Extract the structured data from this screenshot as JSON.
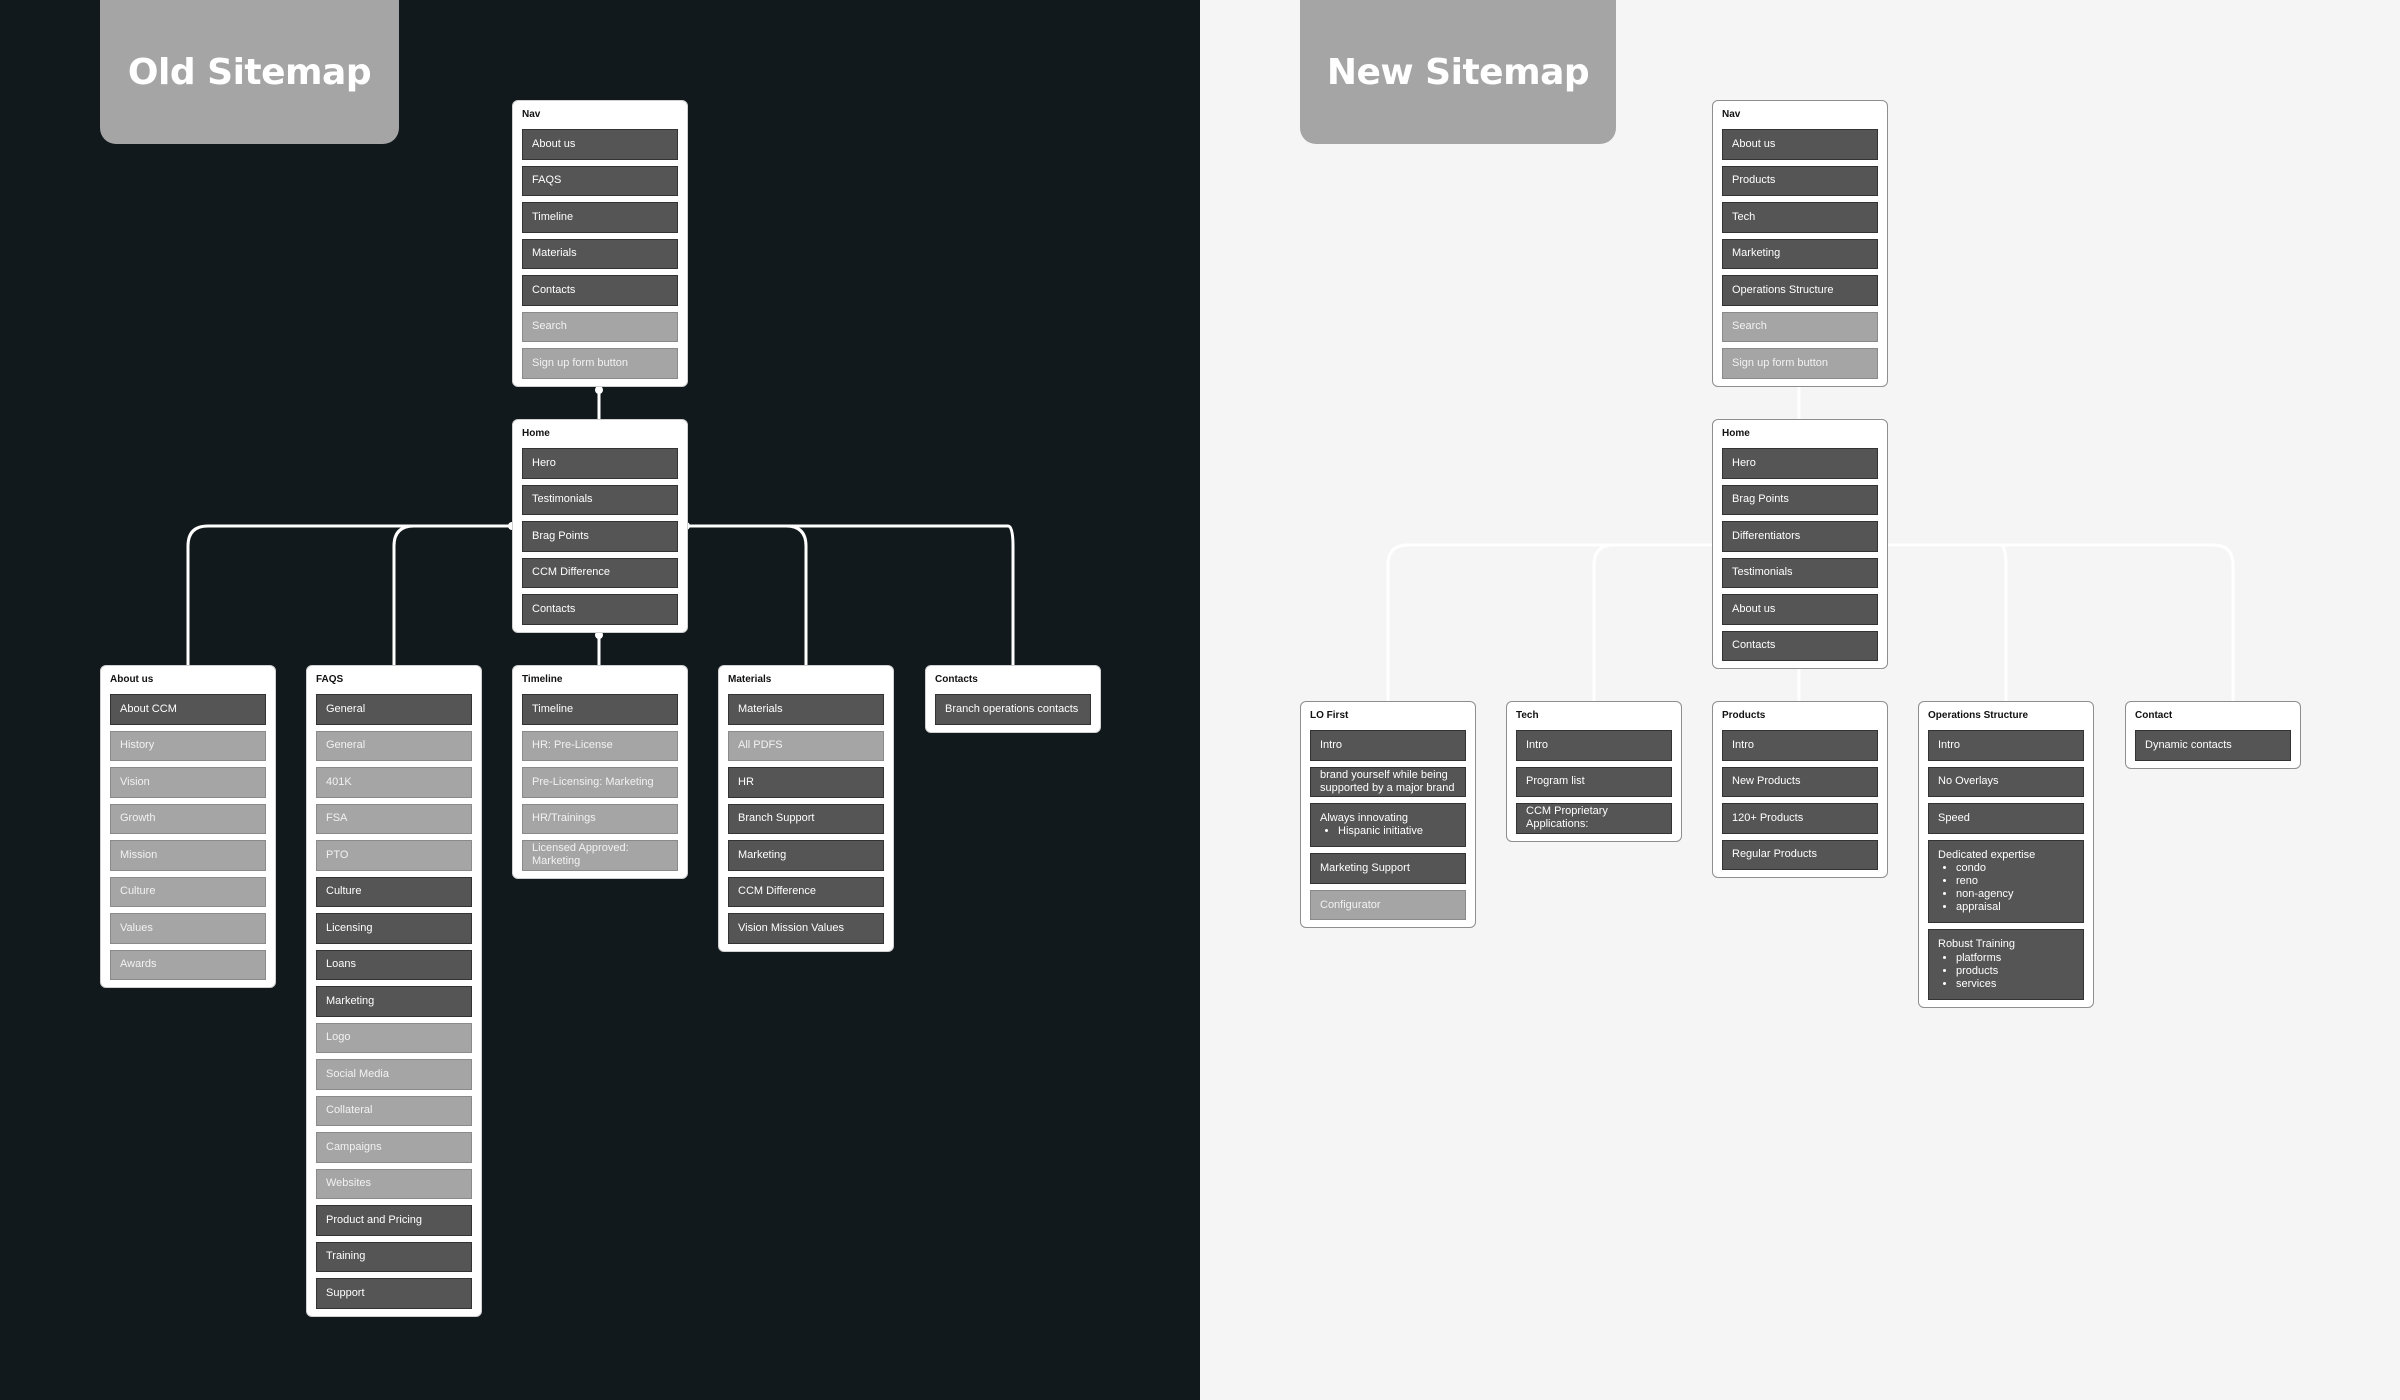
{
  "old_sitemap": {
    "title": "Old Sitemap",
    "boxes": {
      "nav": {
        "title": "Nav",
        "items": [
          {
            "label": "About us",
            "style": "dark"
          },
          {
            "label": "FAQS",
            "style": "dark"
          },
          {
            "label": "Timeline",
            "style": "dark"
          },
          {
            "label": "Materials",
            "style": "dark"
          },
          {
            "label": "Contacts",
            "style": "dark"
          },
          {
            "label": "Search",
            "style": "light"
          },
          {
            "label": "Sign up form button",
            "style": "light"
          }
        ]
      },
      "home": {
        "title": "Home",
        "items": [
          {
            "label": "Hero",
            "style": "dark"
          },
          {
            "label": "Testimonials",
            "style": "dark"
          },
          {
            "label": "Brag Points",
            "style": "dark"
          },
          {
            "label": "CCM Difference",
            "style": "dark"
          },
          {
            "label": "Contacts",
            "style": "dark"
          }
        ]
      },
      "about": {
        "title": "About us",
        "items": [
          {
            "label": "About CCM",
            "style": "dark"
          },
          {
            "label": "History",
            "style": "light"
          },
          {
            "label": "Vision",
            "style": "light"
          },
          {
            "label": "Growth",
            "style": "light"
          },
          {
            "label": "Mission",
            "style": "light"
          },
          {
            "label": "Culture",
            "style": "light"
          },
          {
            "label": "Values",
            "style": "light"
          },
          {
            "label": "Awards",
            "style": "light"
          }
        ]
      },
      "faqs": {
        "title": "FAQS",
        "items": [
          {
            "label": "General",
            "style": "dark"
          },
          {
            "label": "General",
            "style": "light"
          },
          {
            "label": "401K",
            "style": "light"
          },
          {
            "label": "FSA",
            "style": "light"
          },
          {
            "label": "PTO",
            "style": "light"
          },
          {
            "label": "Culture",
            "style": "dark"
          },
          {
            "label": "Licensing",
            "style": "dark"
          },
          {
            "label": "Loans",
            "style": "dark"
          },
          {
            "label": "Marketing",
            "style": "dark"
          },
          {
            "label": "Logo",
            "style": "light"
          },
          {
            "label": "Social Media",
            "style": "light"
          },
          {
            "label": "Collateral",
            "style": "light"
          },
          {
            "label": "Campaigns",
            "style": "light"
          },
          {
            "label": "Websites",
            "style": "light"
          },
          {
            "label": "Product and Pricing",
            "style": "dark"
          },
          {
            "label": "Training",
            "style": "dark"
          },
          {
            "label": "Support",
            "style": "dark"
          }
        ]
      },
      "timeline": {
        "title": "Timeline",
        "items": [
          {
            "label": "Timeline",
            "style": "dark"
          },
          {
            "label": "HR: Pre-License",
            "style": "light"
          },
          {
            "label": "Pre-Licensing: Marketing",
            "style": "light"
          },
          {
            "label": "HR/Trainings",
            "style": "light"
          },
          {
            "label": "Licensed Approved: Marketing",
            "style": "light"
          }
        ]
      },
      "materials": {
        "title": "Materials",
        "items": [
          {
            "label": "Materials",
            "style": "dark"
          },
          {
            "label": "All PDFS",
            "style": "light"
          },
          {
            "label": "HR",
            "style": "dark"
          },
          {
            "label": "Branch Support",
            "style": "dark"
          },
          {
            "label": "Marketing",
            "style": "dark"
          },
          {
            "label": "CCM Difference",
            "style": "dark"
          },
          {
            "label": "Vision Mission Values",
            "style": "dark"
          }
        ]
      },
      "contacts": {
        "title": "Contacts",
        "items": [
          {
            "label": "Branch operations contacts",
            "style": "dark"
          }
        ]
      }
    }
  },
  "new_sitemap": {
    "title": "New Sitemap",
    "boxes": {
      "nav": {
        "title": "Nav",
        "items": [
          {
            "label": "About us",
            "style": "dark"
          },
          {
            "label": "Products",
            "style": "dark"
          },
          {
            "label": "Tech",
            "style": "dark"
          },
          {
            "label": "Marketing",
            "style": "dark"
          },
          {
            "label": "Operations Structure",
            "style": "dark"
          },
          {
            "label": "Search",
            "style": "light"
          },
          {
            "label": "Sign up form button",
            "style": "light"
          }
        ]
      },
      "home": {
        "title": "Home",
        "items": [
          {
            "label": "Hero",
            "style": "dark"
          },
          {
            "label": "Brag Points",
            "style": "dark"
          },
          {
            "label": "Differentiators",
            "style": "dark"
          },
          {
            "label": "Testimonials",
            "style": "dark"
          },
          {
            "label": "About us",
            "style": "dark"
          },
          {
            "label": "Contacts",
            "style": "dark"
          }
        ]
      },
      "lo_first": {
        "title": "LO First",
        "items": [
          {
            "label": "Intro",
            "style": "dark"
          },
          {
            "label": "brand yourself while being supported by a major brand",
            "style": "dark"
          },
          {
            "label": "Always innovating",
            "bullets": [
              "Hispanic initiative"
            ],
            "style": "dark"
          },
          {
            "label": "Marketing Support",
            "style": "dark"
          },
          {
            "label": "Configurator",
            "style": "light"
          }
        ]
      },
      "tech": {
        "title": "Tech",
        "items": [
          {
            "label": "Intro",
            "style": "dark"
          },
          {
            "label": "Program list",
            "style": "dark"
          },
          {
            "label": "CCM Proprietary Applications:",
            "style": "dark"
          }
        ]
      },
      "products": {
        "title": "Products",
        "items": [
          {
            "label": "Intro",
            "style": "dark"
          },
          {
            "label": "New Products",
            "style": "dark"
          },
          {
            "label": "120+ Products",
            "style": "dark"
          },
          {
            "label": "Regular Products",
            "style": "dark"
          }
        ]
      },
      "operations": {
        "title": "Operations Structure",
        "items": [
          {
            "label": "Intro",
            "style": "dark"
          },
          {
            "label": "No Overlays",
            "style": "dark"
          },
          {
            "label": "Speed",
            "style": "dark"
          },
          {
            "label": "Dedicated expertise",
            "bullets": [
              "condo",
              "reno",
              "non-agency",
              "appraisal"
            ],
            "style": "dark"
          },
          {
            "label": "Robust Training",
            "bullets": [
              "platforms",
              "products",
              "services"
            ],
            "style": "dark"
          }
        ]
      },
      "contact": {
        "title": "Contact",
        "items": [
          {
            "label": "Dynamic contacts",
            "style": "dark"
          }
        ]
      }
    }
  }
}
